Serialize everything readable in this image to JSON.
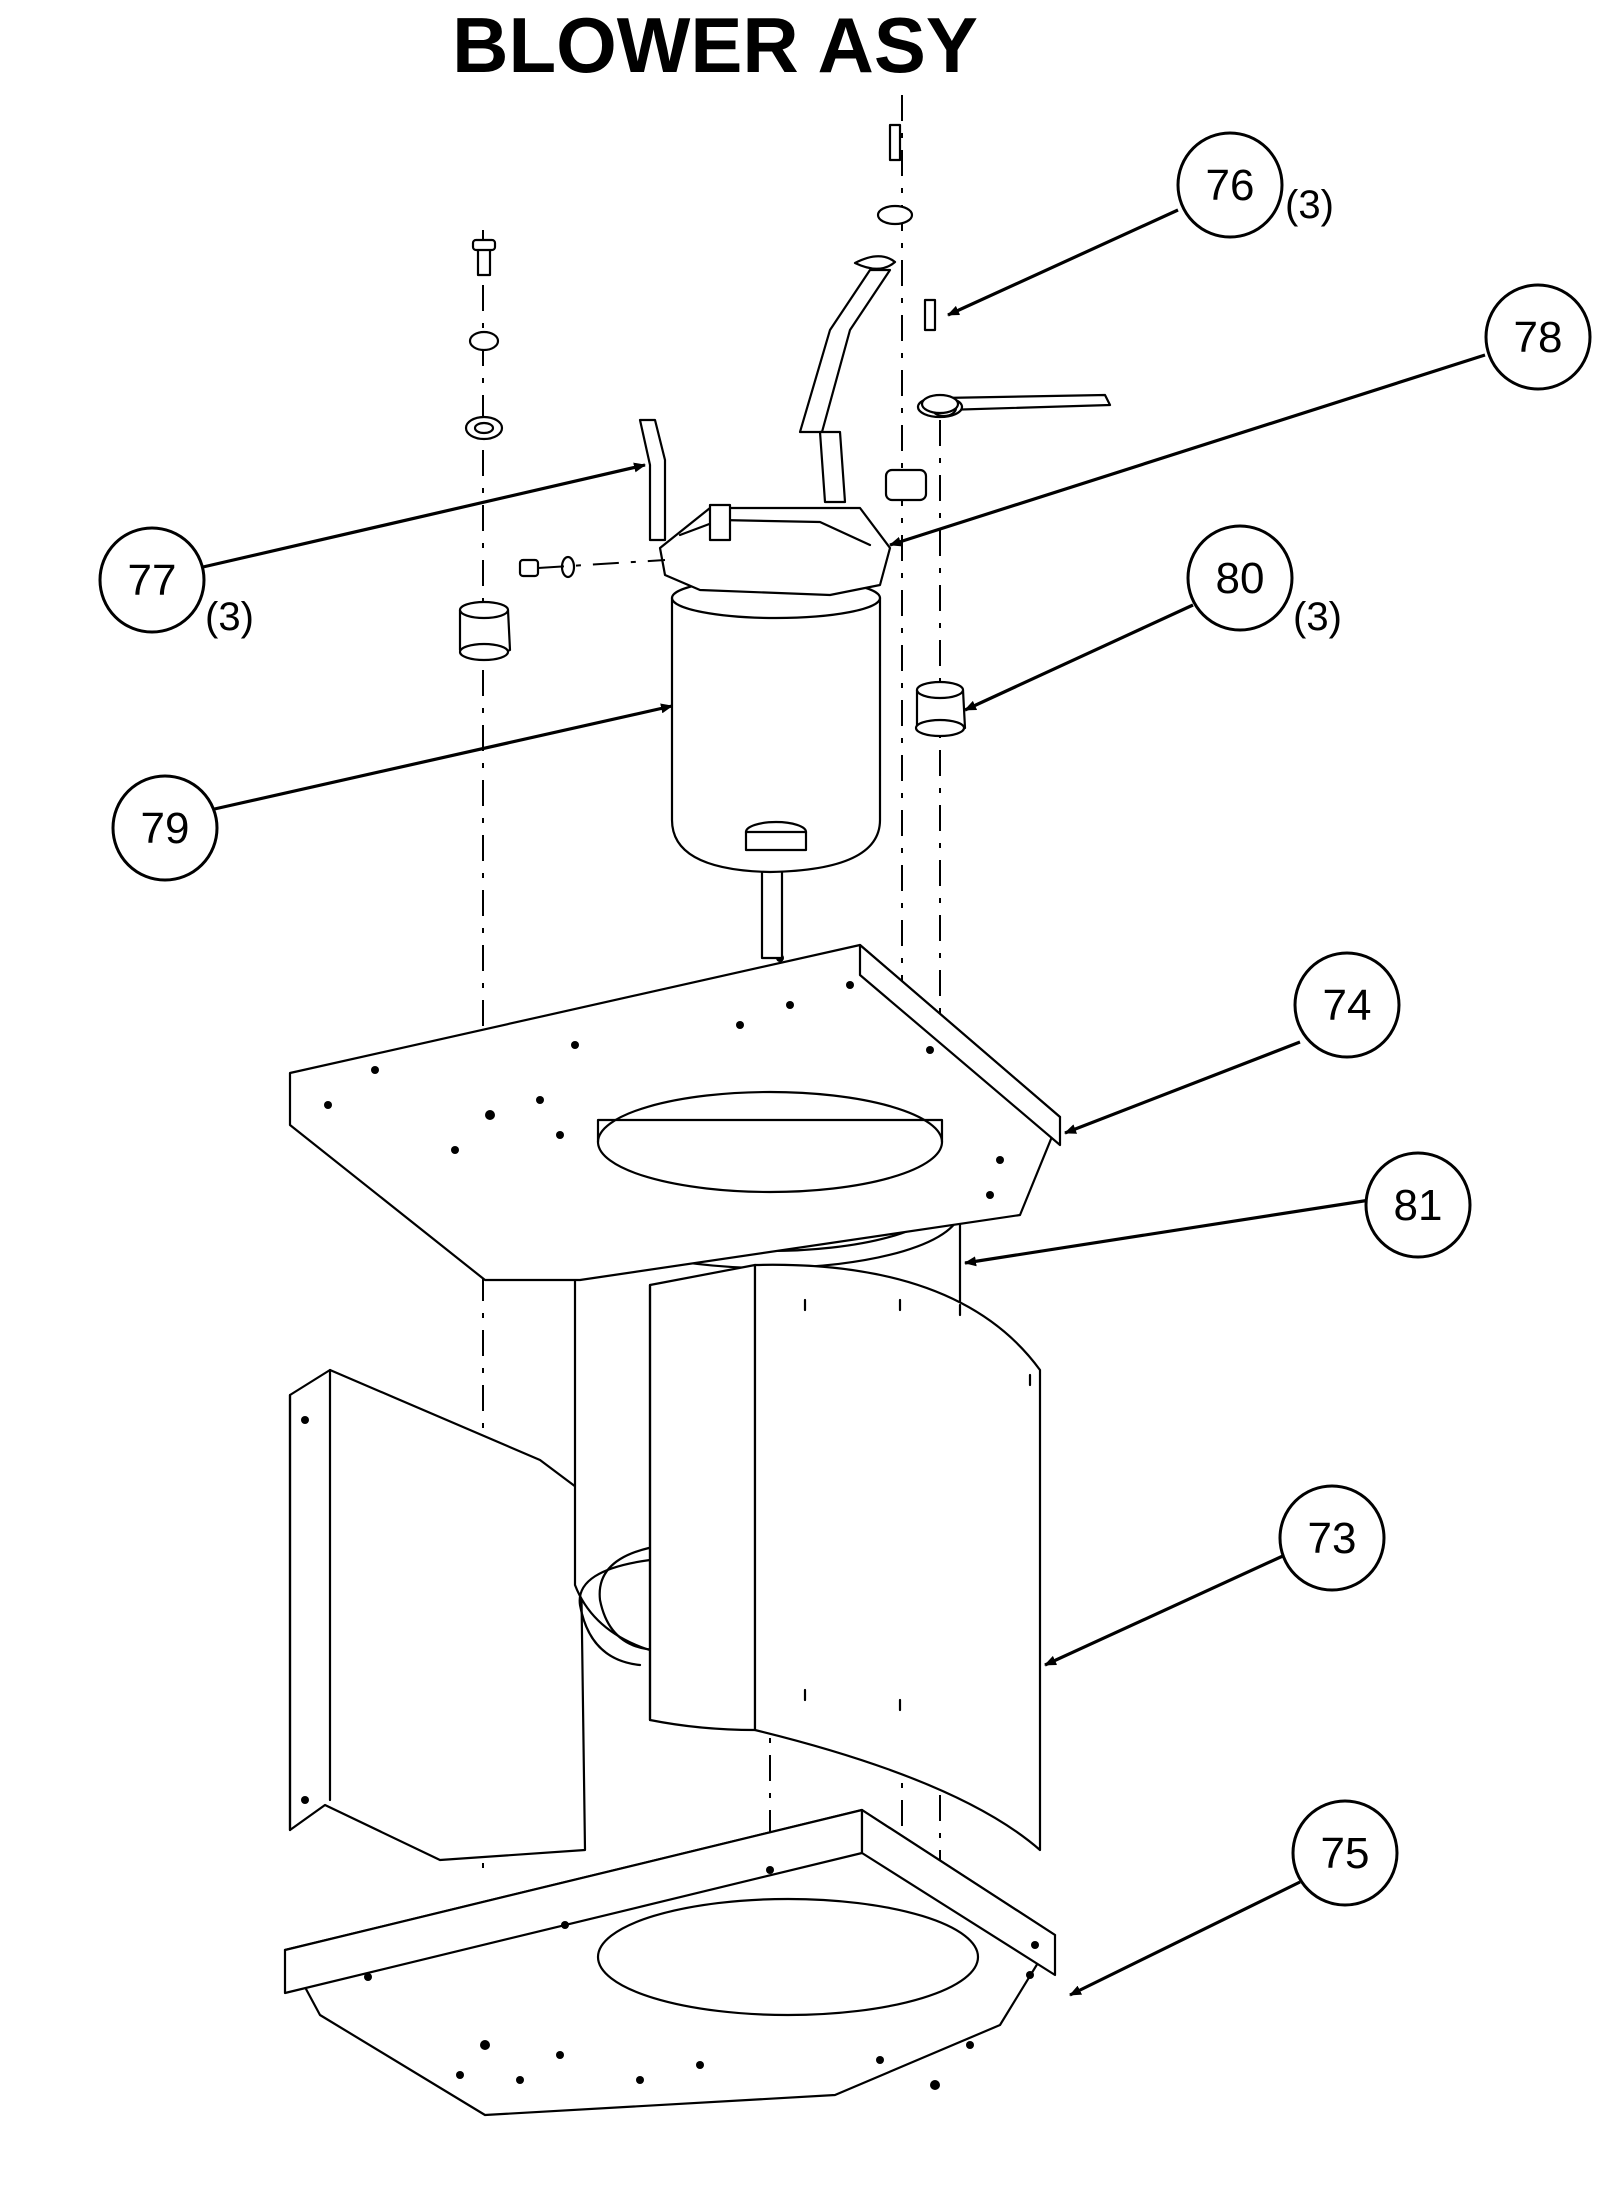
{
  "title": "BLOWER ASY",
  "callouts": [
    {
      "id": "76",
      "number": "76",
      "qty": "(3)"
    },
    {
      "id": "78",
      "number": "78",
      "qty": ""
    },
    {
      "id": "77",
      "number": "77",
      "qty": "(3)"
    },
    {
      "id": "80",
      "number": "80",
      "qty": "(3)"
    },
    {
      "id": "79",
      "number": "79",
      "qty": ""
    },
    {
      "id": "74",
      "number": "74",
      "qty": ""
    },
    {
      "id": "81",
      "number": "81",
      "qty": ""
    },
    {
      "id": "73",
      "number": "73",
      "qty": ""
    },
    {
      "id": "75",
      "number": "75",
      "qty": ""
    }
  ]
}
